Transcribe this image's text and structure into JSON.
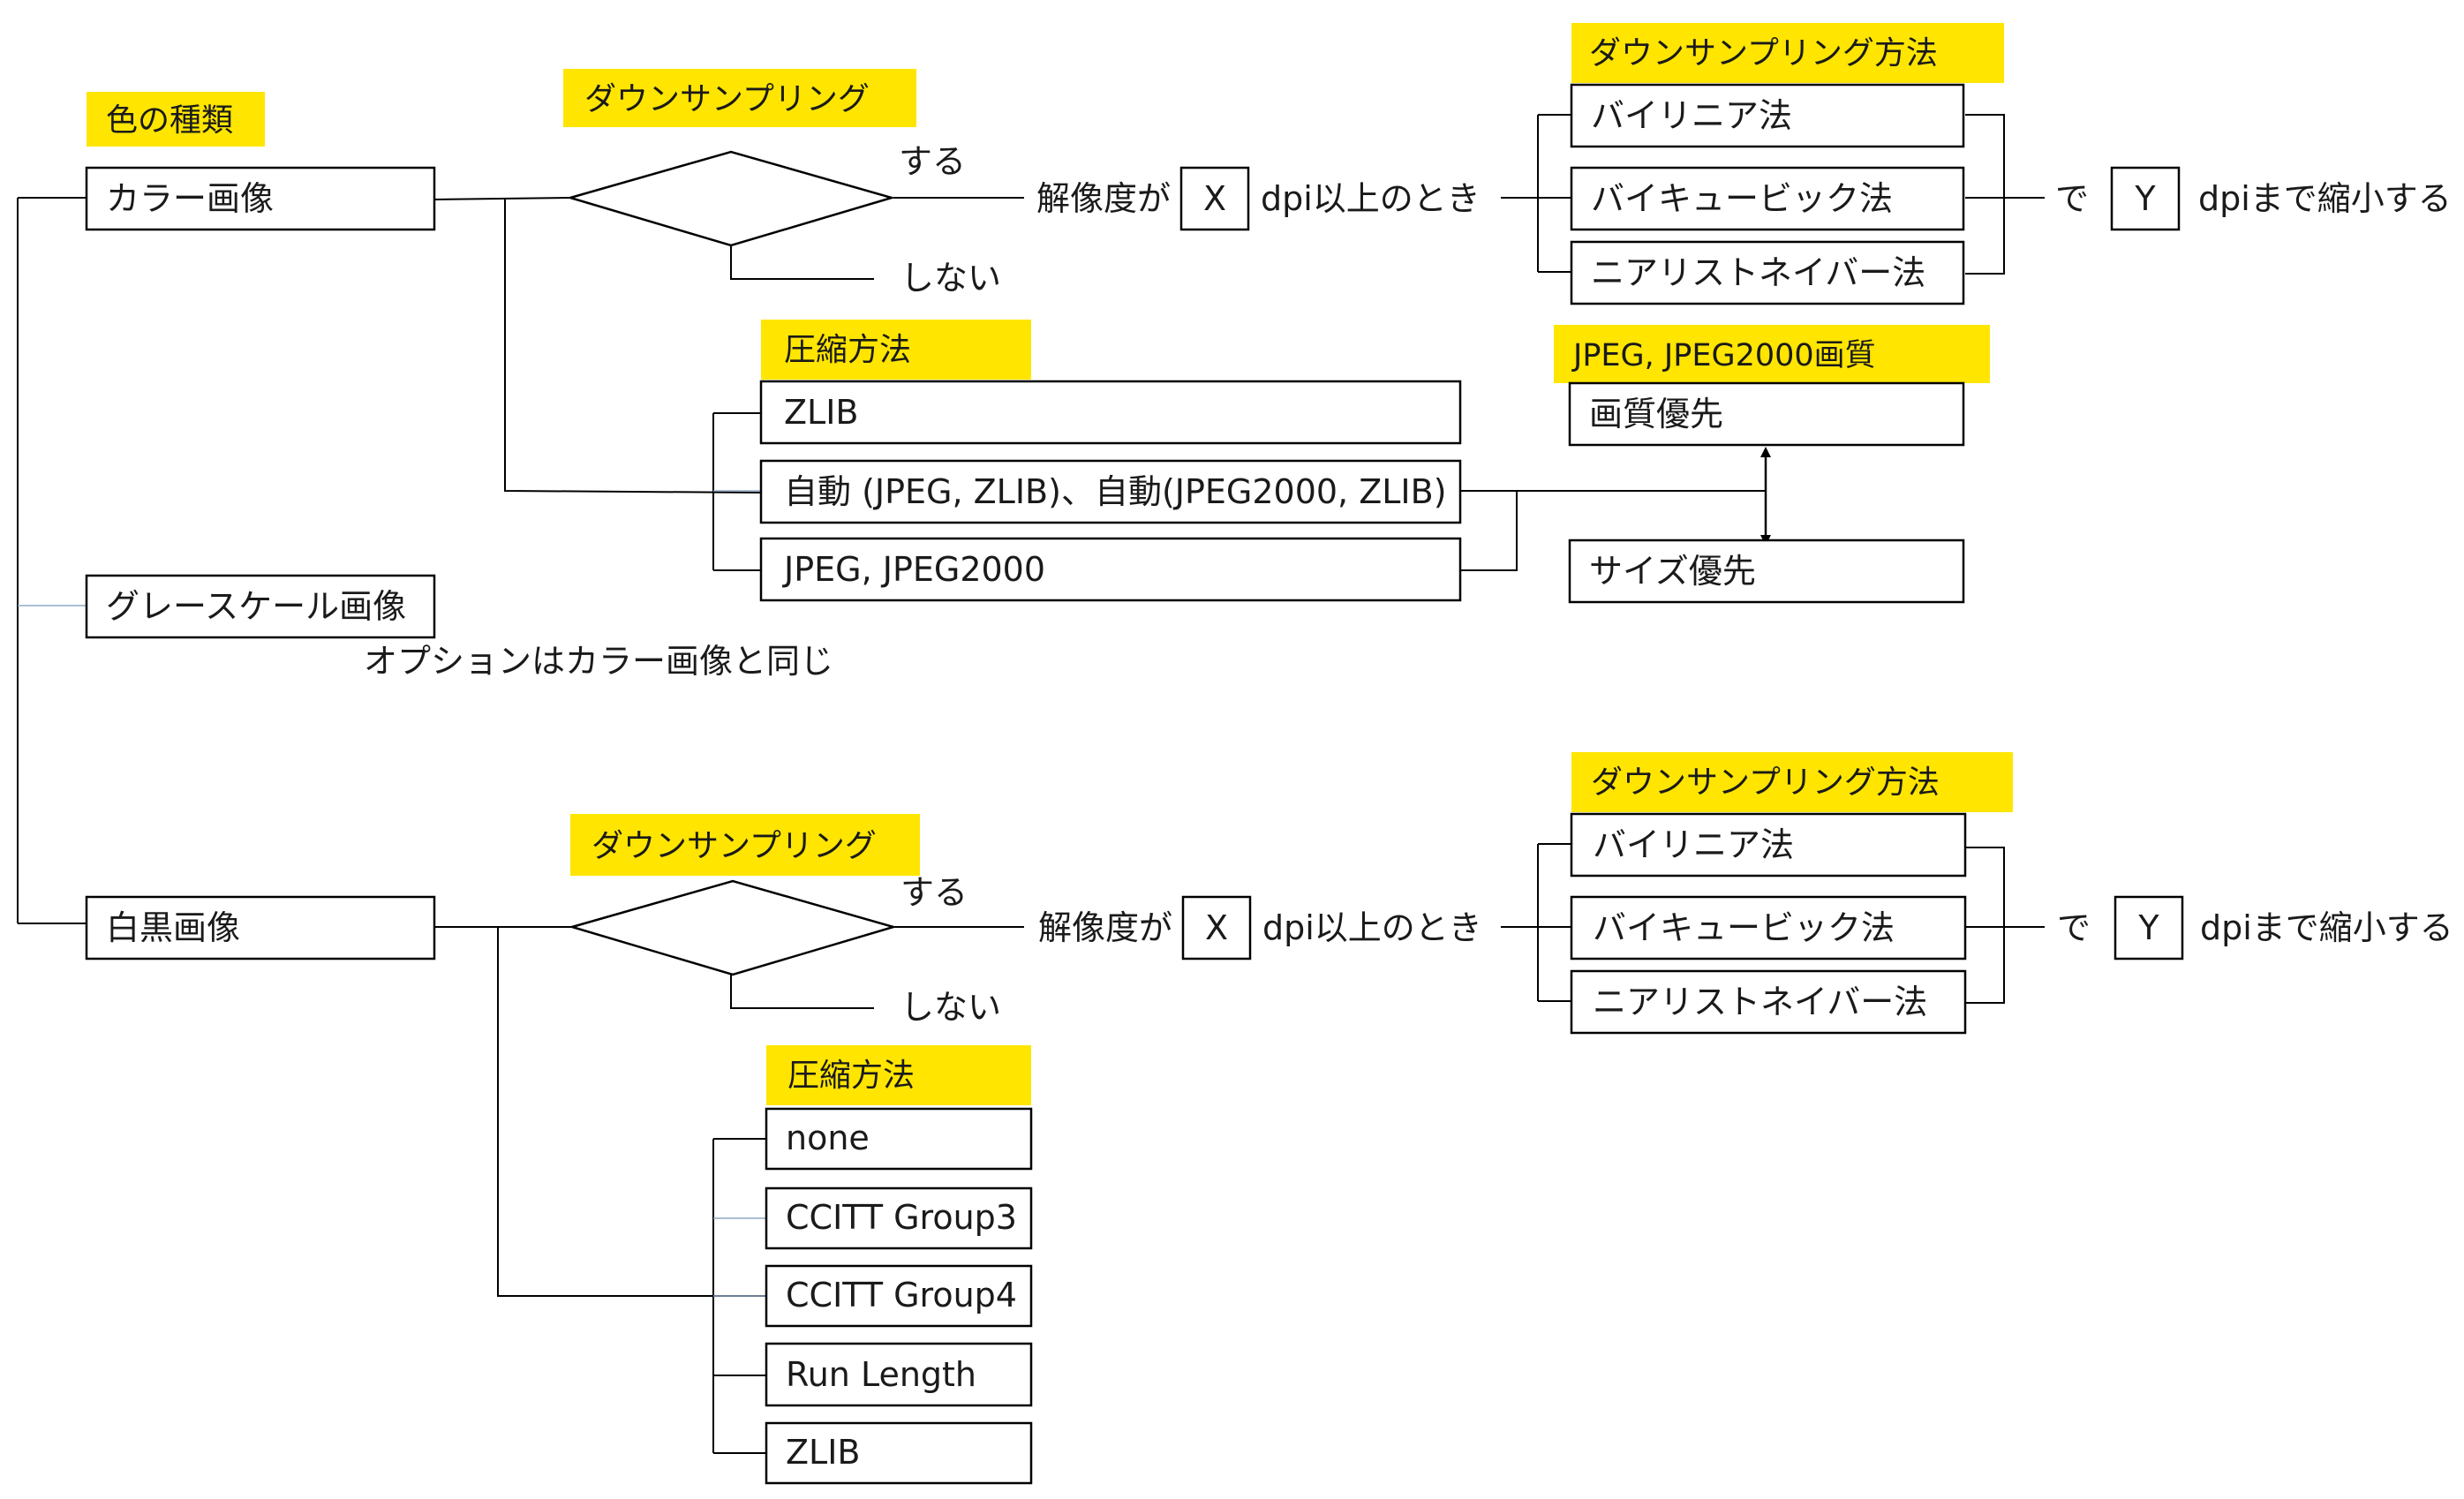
{
  "colors": {
    "highlight": "#FFE500",
    "stroke": "#000000",
    "text": "#1a1a1a",
    "faint": "#8fa7c7",
    "background": "#ffffff"
  },
  "headers": {
    "color_types": "色の種類",
    "downsampling_color": "ダウンサンプリング",
    "method_color": "ダウンサンプリング方法",
    "compression_color": "圧縮方法",
    "jpeg_quality": "JPEG, JPEG2000画質",
    "downsampling_bw": "ダウンサンプリング",
    "method_bw": "ダウンサンプリング方法",
    "compression_bw": "圧縮方法"
  },
  "color_image": {
    "label": "カラー画像",
    "decision_yes": "する",
    "decision_no": "しない",
    "resolution_prefix": "解像度が",
    "x_value": "X",
    "dpi_suffix": "dpi以上のとき",
    "methods": [
      "バイリニア法",
      "バイキュービック法",
      "ニアリストネイバー法"
    ],
    "to_label": "で",
    "y_value": "Y",
    "shrink_suffix": "dpiまで縮小する",
    "compression": [
      "ZLIB",
      "自動 (JPEG, ZLIB)、自動(JPEG2000, ZLIB)",
      "JPEG, JPEG2000"
    ],
    "quality": [
      "画質優先",
      "サイズ優先"
    ]
  },
  "grayscale_image": {
    "label": "グレースケール画像",
    "note": "オプションはカラー画像と同じ"
  },
  "bw_image": {
    "label": "白黒画像",
    "decision_yes": "する",
    "decision_no": "しない",
    "resolution_prefix": "解像度が",
    "x_value": "X",
    "dpi_suffix": "dpi以上のとき",
    "methods": [
      "バイリニア法",
      "バイキュービック法",
      "ニアリストネイバー法"
    ],
    "to_label": "で",
    "y_value": "Y",
    "shrink_suffix": "dpiまで縮小する",
    "compression": [
      "none",
      "CCITT Group3",
      "CCITT Group4",
      "Run Length",
      "ZLIB"
    ]
  }
}
